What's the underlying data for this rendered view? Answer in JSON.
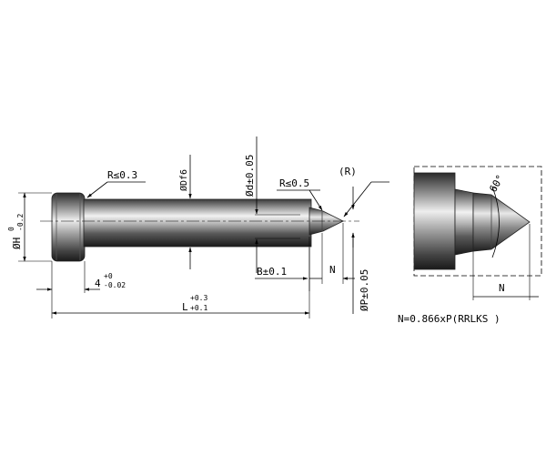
{
  "diagram": {
    "labels": {
      "r_head": "R≤0.3",
      "d_f6": "ØDf6",
      "d_small": "Ød±0.05",
      "r_tip": "R≤0.5",
      "r_paren": "(R)",
      "h": "ØH",
      "h_sup": "0",
      "h_sub": "-0.2",
      "four": "4",
      "four_sup": "+0",
      "four_sub": "-0.02",
      "b": "B±0.1",
      "n": "N",
      "p": "ØP±0.05",
      "l": "L",
      "l_sup": "+0.3",
      "l_sub": "+0.1",
      "angle": "60°",
      "n_detail": "N",
      "formula": "N=0.866xP(RRLKS     )"
    }
  }
}
